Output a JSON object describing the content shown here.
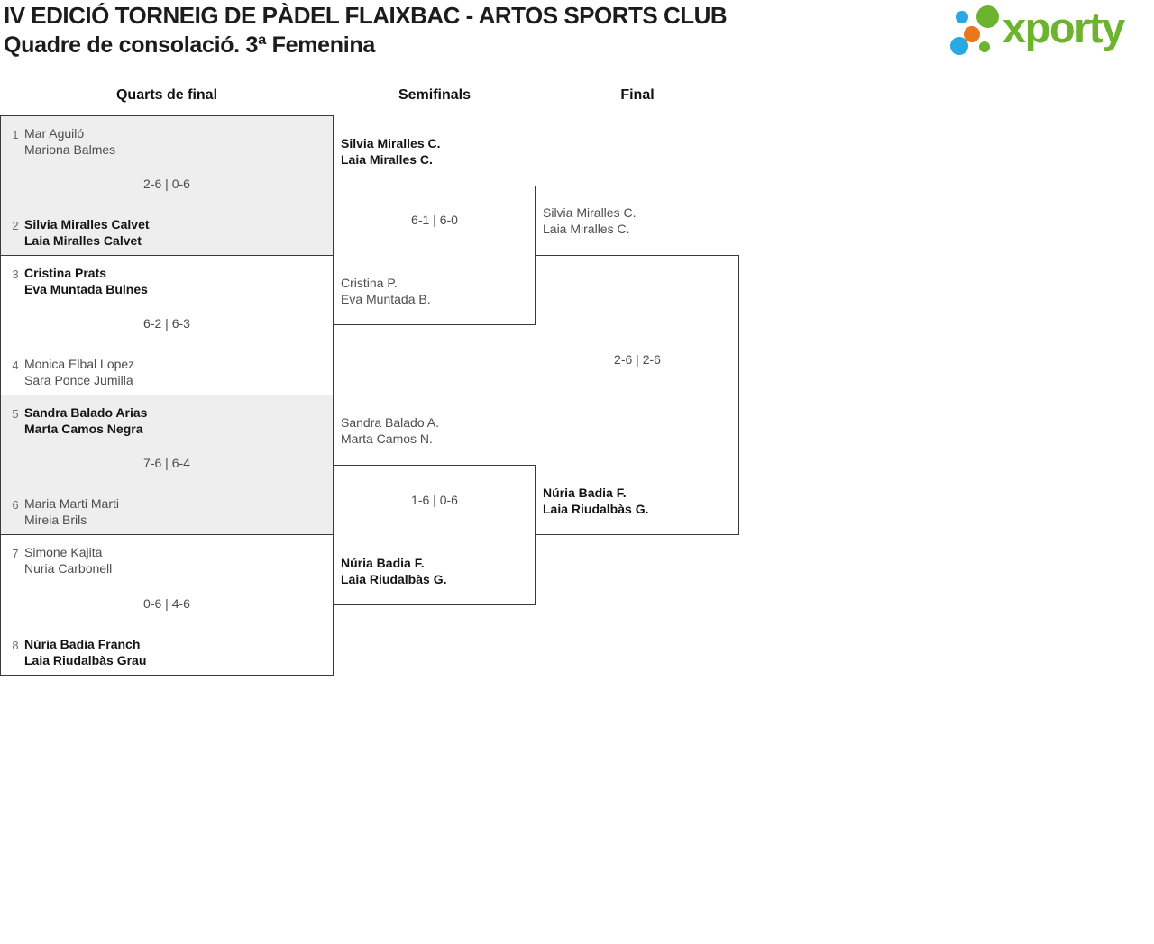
{
  "page": {
    "title": "IV EDICIÓ TORNEIG DE PÀDEL FLAIXBAC - ARTOS SPORTS CLUB",
    "subtitle": "Quadre de consolació. 3ª Femenina"
  },
  "logo": {
    "wordmark": "xporty",
    "colors": {
      "green": "#6cb32e",
      "blue": "#29a9e1",
      "orange": "#e8781e"
    }
  },
  "rounds": {
    "quarterfinals": "Quarts de final",
    "semifinals": "Semifinals",
    "final": "Final"
  },
  "bracket": {
    "quarterfinals": [
      {
        "top": {
          "seed": "1",
          "names": [
            "Mar Aguiló",
            "Mariona Balmes"
          ],
          "winner": false
        },
        "score": "2-6 | 0-6",
        "bottom": {
          "seed": "2",
          "names": [
            "Silvia Miralles Calvet",
            "Laia Miralles Calvet"
          ],
          "winner": true
        }
      },
      {
        "top": {
          "seed": "3",
          "names": [
            "Cristina Prats",
            "Eva Muntada Bulnes"
          ],
          "winner": true
        },
        "score": "6-2 | 6-3",
        "bottom": {
          "seed": "4",
          "names": [
            "Monica Elbal Lopez",
            "Sara Ponce Jumilla"
          ],
          "winner": false
        }
      },
      {
        "top": {
          "seed": "5",
          "names": [
            "Sandra Balado Arias",
            "Marta Camos Negra"
          ],
          "winner": true
        },
        "score": "7-6 | 6-4",
        "bottom": {
          "seed": "6",
          "names": [
            "Maria Marti Marti",
            "Mireia Brils"
          ],
          "winner": false
        }
      },
      {
        "top": {
          "seed": "7",
          "names": [
            "Simone Kajita",
            "Nuria Carbonell"
          ],
          "winner": false
        },
        "score": "0-6 | 4-6",
        "bottom": {
          "seed": "8",
          "names": [
            "Núria Badia Franch",
            "Laia Riudalbàs Grau"
          ],
          "winner": true
        }
      }
    ],
    "semifinals": [
      {
        "top": {
          "names": [
            "Silvia Miralles C.",
            "Laia Miralles C."
          ],
          "winner": true
        },
        "score": "6-1 | 6-0",
        "bottom": {
          "names": [
            "Cristina P.",
            "Eva Muntada B."
          ],
          "winner": false
        }
      },
      {
        "top": {
          "names": [
            "Sandra Balado A.",
            "Marta Camos N."
          ],
          "winner": false
        },
        "score": "1-6 | 0-6",
        "bottom": {
          "names": [
            "Núria Badia F.",
            "Laia Riudalbàs G."
          ],
          "winner": true
        }
      }
    ],
    "final": {
      "top": {
        "names": [
          "Silvia Miralles C.",
          "Laia Miralles C."
        ],
        "winner": false
      },
      "score": "2-6 | 2-6",
      "bottom": {
        "names": [
          "Núria Badia F.",
          "Laia Riudalbàs G."
        ],
        "winner": true
      }
    }
  }
}
